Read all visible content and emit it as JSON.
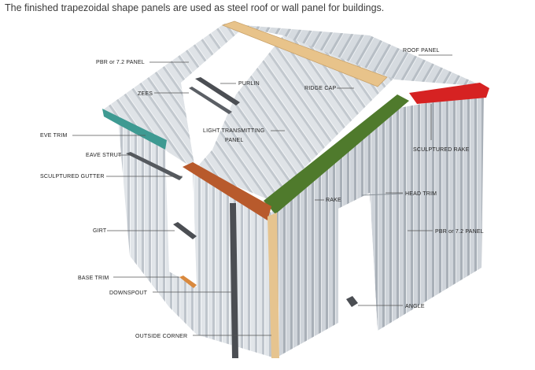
{
  "caption": "The finished trapezoidal shape panels are used as steel roof or wall panel for buildings.",
  "colors": {
    "panel_light": "#e3e6ea",
    "panel_mid": "#c9ced4",
    "panel_dark": "#aab1b9",
    "rib_line": "#9aa2ab",
    "ridge_cap": "#e8c38a",
    "eve_trim": "#3e9a92",
    "gutter": "#b85a2c",
    "rake": "#4f7a2c",
    "sculptured_rake": "#d62222",
    "outside_corner": "#e6c48f",
    "steel_member": "#4b4e53"
  },
  "labels": {
    "roof_panel": "ROOF PANEL",
    "pbr_roof": "PBR or 7.2 PANEL",
    "purlin": "PURLIN",
    "zees": "ZEES",
    "ridge_cap": "RIDGE CAP",
    "eve_trim": "EVE TRIM",
    "light_transmitting_1": "LIGHT TRANSMITTING",
    "light_transmitting_2": "PANEL",
    "eave_strut": "EAVE STRUT",
    "sculptured_rake": "SCULPTURED RAKE",
    "sculptured_gutter": "SCULPTURED GUTTER",
    "head_trim": "HEAD TRIM",
    "rake": "RAKE",
    "girt": "GIRT",
    "pbr_wall": "PBR or 7.2 PANEL",
    "base_trim": "BASE TRIM",
    "downspout": "DOWNSPOUT",
    "angle": "ANGLE",
    "outside_corner": "OUTSIDE CORNER"
  }
}
